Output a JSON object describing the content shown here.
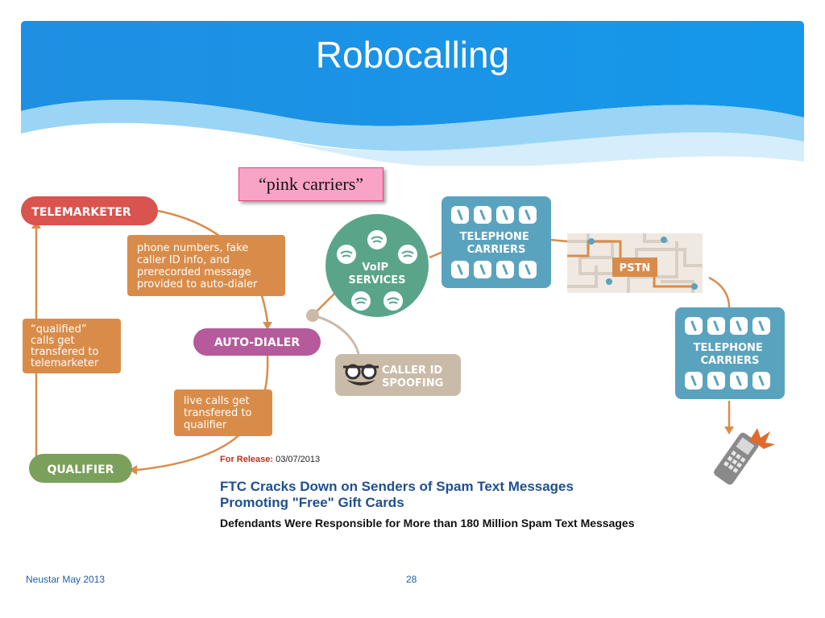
{
  "slide": {
    "title": "Robocalling",
    "callout": "“pink carriers”",
    "footer_left": "Neustar May 2013",
    "page_number": "28"
  },
  "diagram": {
    "nodes": {
      "telemarketer": "TELEMARKETER",
      "auto_dialer": "AUTO-DIALER",
      "qualifier": "QUALIFIER",
      "voip": [
        "VoIP",
        "SERVICES"
      ],
      "carriers_1": [
        "TELEPHONE",
        "CARRIERS"
      ],
      "carriers_2": [
        "TELEPHONE",
        "CARRIERS"
      ],
      "pstn": "PSTN",
      "caller_id": [
        "CALLER ID",
        "SPOOFING"
      ]
    },
    "notes": {
      "phone_numbers": [
        "phone numbers, fake",
        "caller ID info, and",
        "prerecorded message",
        "provided to auto-dialer"
      ],
      "qualified": [
        "“qualified”",
        "calls get",
        "transfered to",
        "telemarketer"
      ],
      "live_calls": [
        "live calls get",
        "transfered to",
        "qualifier"
      ]
    },
    "colors": {
      "telemarketer": "#d9534f",
      "auto_dialer": "#b55a9a",
      "qualifier": "#7ba05b",
      "note": "#d98c4a",
      "voip": "#5aa58a",
      "carriers": "#5aa3bf",
      "caller_id": "#c9bba8",
      "connector": "#d98c4a",
      "header_blue": "#1a8fe0"
    }
  },
  "release": {
    "label": "For Release:",
    "date": "03/07/2013",
    "headline": "FTC Cracks Down on Senders of Spam Text Messages Promoting \"Free\" Gift Cards",
    "subhead": "Defendants Were Responsible for More than 180 Million Spam Text Messages"
  }
}
